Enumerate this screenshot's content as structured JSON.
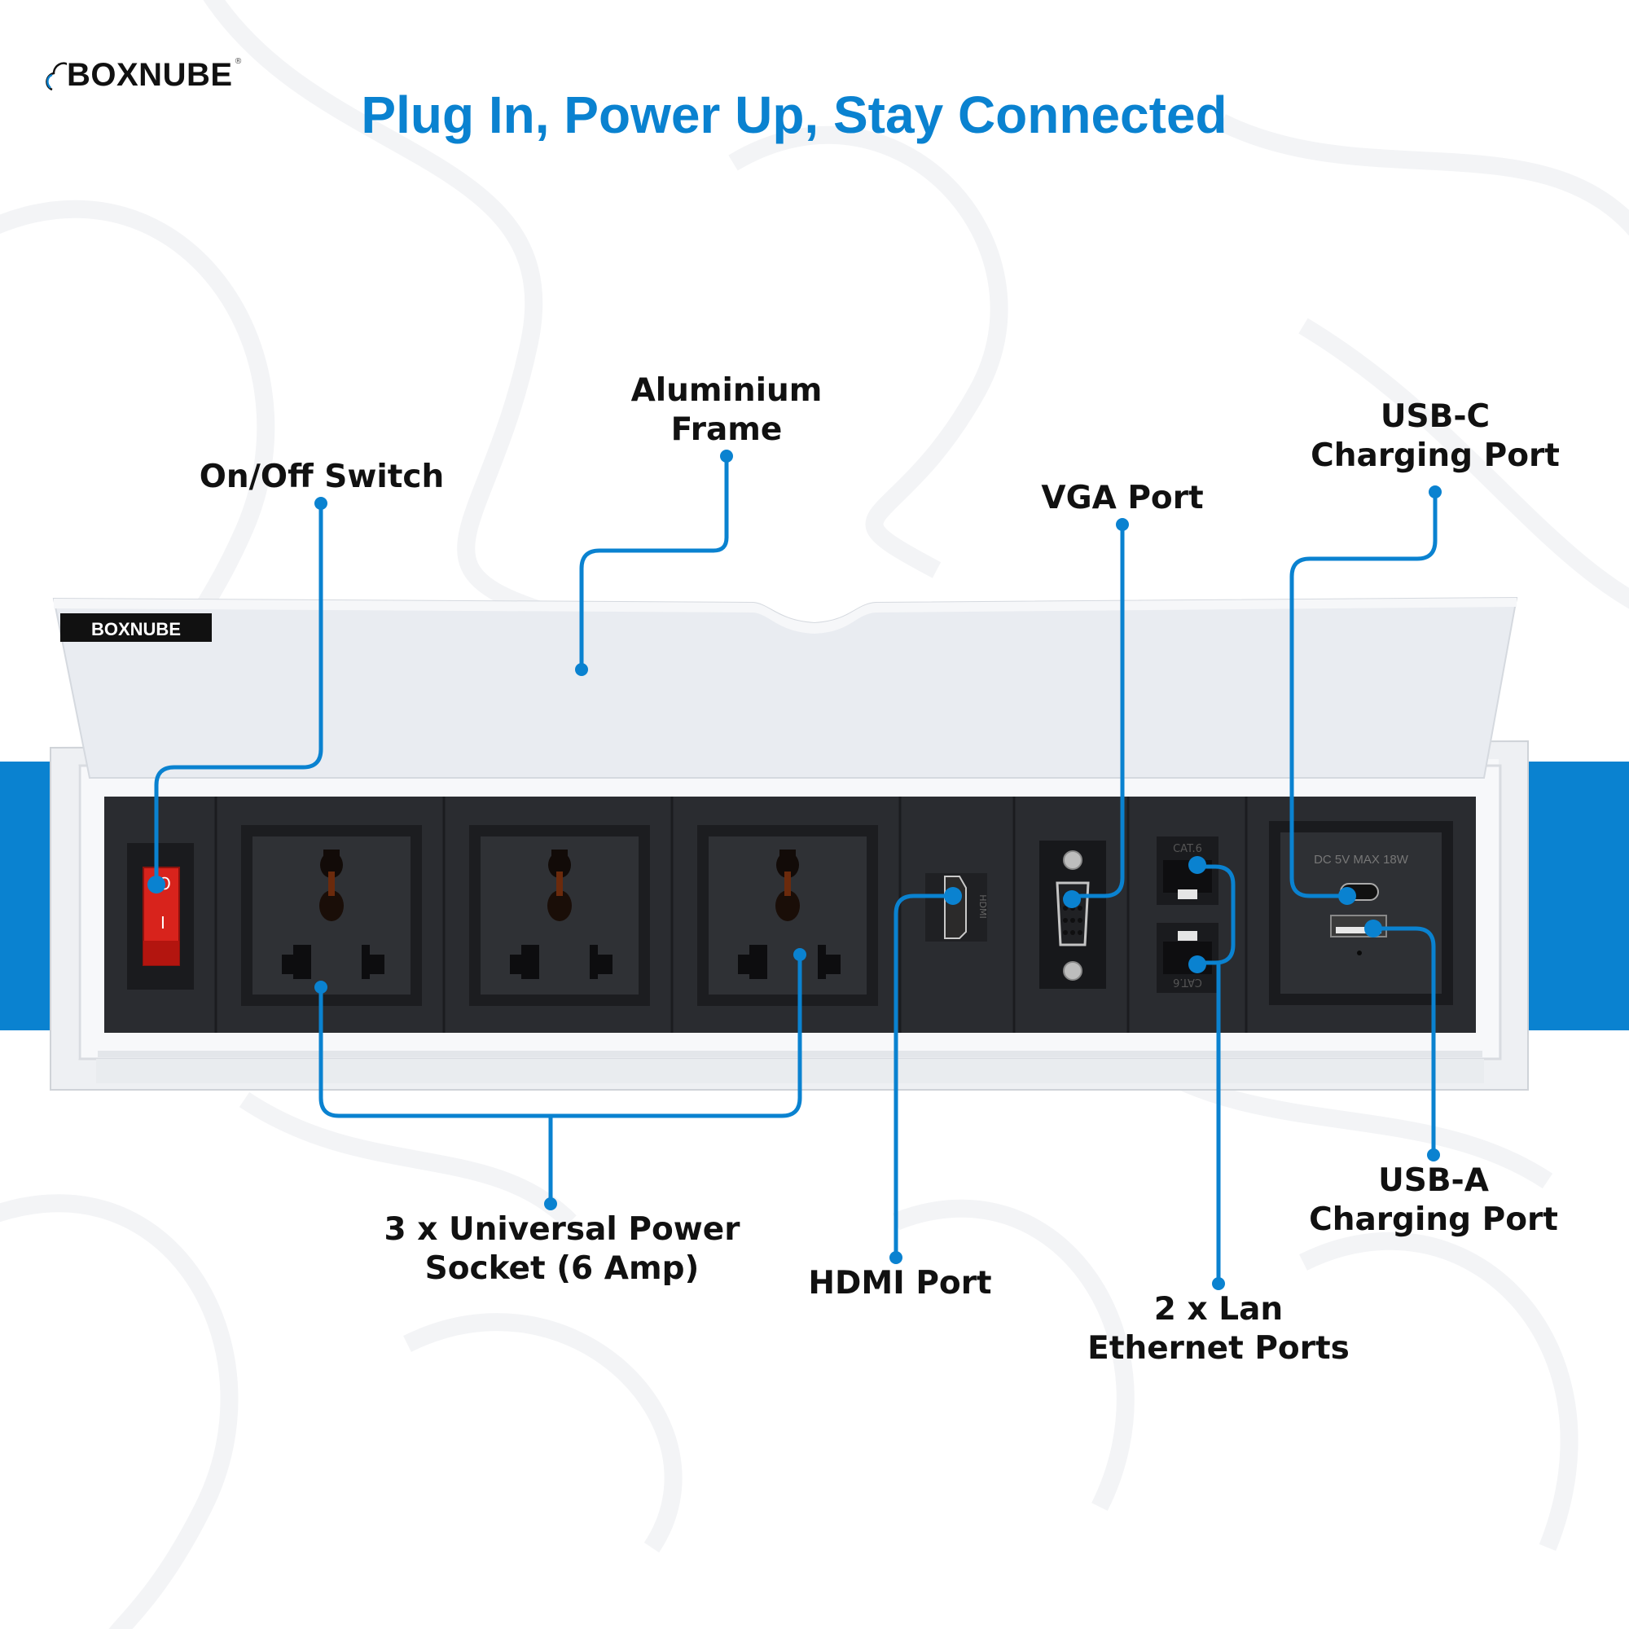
{
  "brand": {
    "name": "BOXNUBE",
    "registered_mark": "®",
    "lid_label": "BOXNUBE"
  },
  "headline": "Plug In, Power Up, Stay Connected",
  "colors": {
    "accent": "#0a82d0",
    "band": "#0a82d0",
    "text": "#111111",
    "panel": "#2a2c30",
    "switch": "#d8231c"
  },
  "callouts": {
    "aluminium_frame": {
      "line1": "Aluminium",
      "line2": "Frame"
    },
    "on_off_switch": {
      "line1": "On/Off Switch"
    },
    "vga_port": {
      "line1": "VGA Port"
    },
    "usb_c": {
      "line1": "USB-C",
      "line2": "Charging Port"
    },
    "power_sockets": {
      "line1": "3 x Universal Power",
      "line2": "Socket (6 Amp)"
    },
    "hdmi_port": {
      "line1": "HDMI Port"
    },
    "lan_ports": {
      "line1": "2 x Lan",
      "line2": "Ethernet Ports"
    },
    "usb_a": {
      "line1": "USB-A",
      "line2": "Charging Port"
    }
  },
  "device_markings": {
    "switch_off": "O",
    "switch_on": "I",
    "usb_rating": "DC 5V MAX 18W",
    "lan_label": "CAT.6",
    "hdmi_label": "HDMI"
  }
}
